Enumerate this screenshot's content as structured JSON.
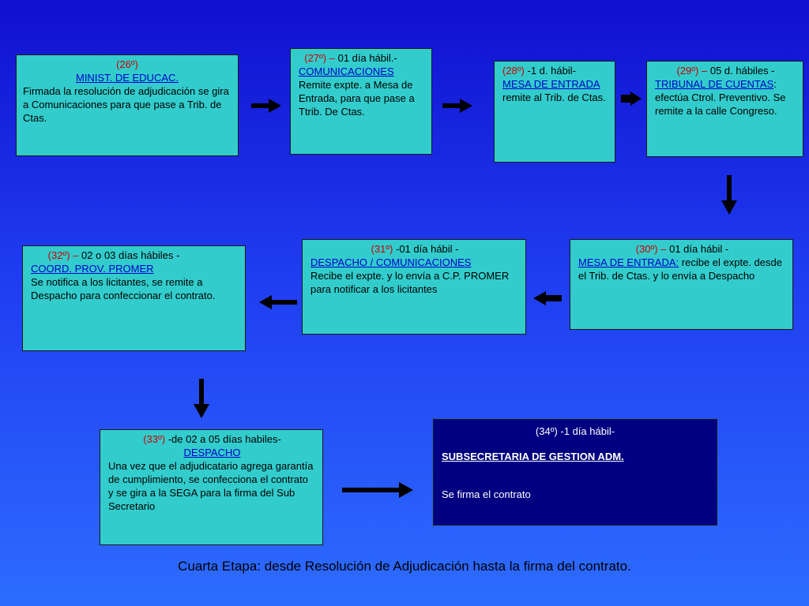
{
  "steps": {
    "s26": {
      "num": "(26º)",
      "org": "MINIST. DE EDUCAC.",
      "desc": "Firmada la resolución de adjudicación  se gira a Comunicaciones para que pase a Trib. de Ctas."
    },
    "s27": {
      "num": "(27º)",
      "dash": "–",
      "time": "01 día hábil.-",
      "org": "COMUNICACIONES",
      "desc": "Remite expte. a Mesa de Entrada, para que pase a Ttrib. De Ctas."
    },
    "s28": {
      "num": "(28º)",
      "time": "-1 d. hábil-",
      "org": "MESA DE ENTRADA",
      "desc": " remite al Trib. de Ctas."
    },
    "s29": {
      "num": "(29º)",
      "dash": "–",
      "time": "05 d. hábiles -",
      "org": "TRIBUNAL DE CUENTAS",
      "sep": ":",
      "desc": "efectúa Ctrol. Preventivo. Se remite a la calle Congreso."
    },
    "s30": {
      "num": "(30º)",
      "dash": "–",
      "time": "01 día hábil -",
      "org": "MESA DE ENTRADA",
      "sep": ":",
      "desc": " recibe el expte. desde el Trib. de Ctas. y lo envía a Despacho"
    },
    "s31": {
      "num": "(31º)",
      "time": "-01 día hábil -",
      "org": "DESPACHO / COMUNICACIONES",
      "desc": "Recibe el expte. y lo envía a C.P. PROMER para notificar a los licitantes"
    },
    "s32": {
      "num": "(32º)",
      "dash": "–",
      "time": "02 o 03 días hábiles -",
      "org": "COORD. PROV. PROMER",
      "desc": "Se notifica a los licitantes, se remite a Despacho para confeccionar el contrato."
    },
    "s33": {
      "num": "(33º)",
      "time": " -de 02 a 05 días habiles-",
      "org": "DESPACHO",
      "desc": "Una vez que el adjudicatario agrega garantía de cumplimiento, se confecciona el contrato y se gira a la SEGA para la firma del Sub Secretario"
    },
    "s34": {
      "header": "(34º) -1 día hábil-",
      "org": "SUBSECRETARIA DE GESTION ADM.",
      "desc": "Se firma el contrato"
    }
  },
  "caption": "Cuarta Etapa: desde Resolución de Adjudicación hasta la firma del contrato.",
  "colors": {
    "box": "#33cccc",
    "final_box": "#000080",
    "step_number": "#cc0000",
    "link": "#0000cc"
  }
}
